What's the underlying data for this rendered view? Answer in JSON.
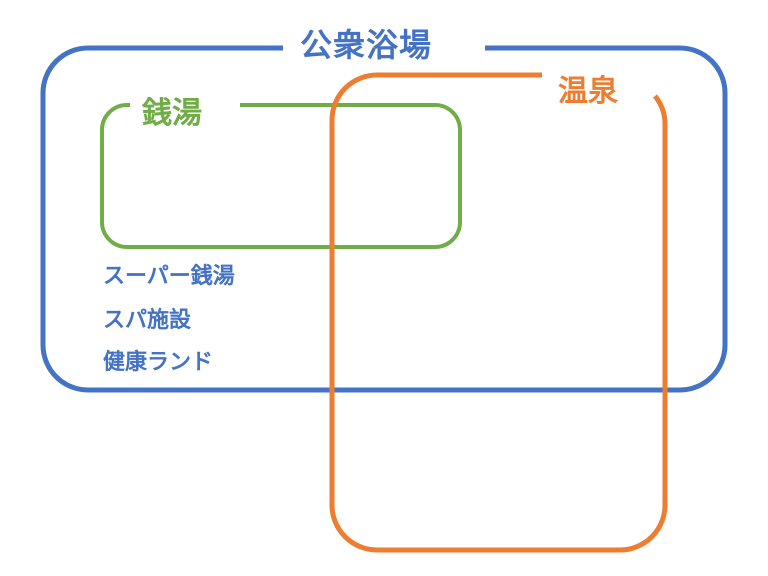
{
  "sets": {
    "public_bath": {
      "label": "公衆浴場",
      "color": "#4472C4"
    },
    "sento": {
      "label": "銭湯",
      "color": "#70AD47"
    },
    "onsen": {
      "label": "温泉",
      "color": "#ED7D31"
    }
  },
  "public_bath_items": [
    "スーパー銭湯",
    "スパ施設",
    "健康ランド"
  ]
}
